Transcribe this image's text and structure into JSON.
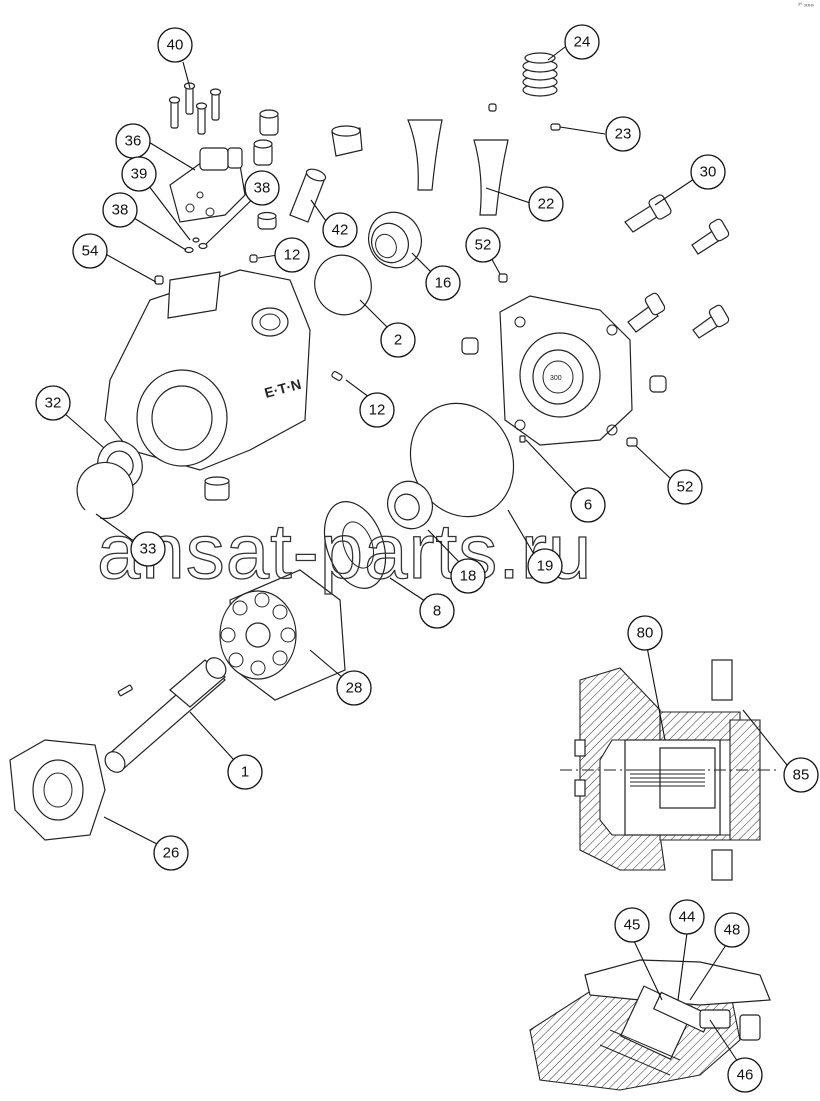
{
  "watermark": "ansat-parts.ru",
  "corner_note": "³° »»»",
  "part_labels": {
    "p40": "40",
    "p24": "24",
    "p36": "36",
    "p23": "23",
    "p39": "39",
    "p38a": "38",
    "p22": "22",
    "p30": "30",
    "p38b": "38",
    "p42": "42",
    "p54": "54",
    "p12a": "12",
    "p16": "16",
    "p52a": "52",
    "p2": "2",
    "p12b": "12",
    "p32": "32",
    "p6": "6",
    "p52b": "52",
    "p33": "33",
    "p18": "18",
    "p19": "19",
    "p8": "8",
    "p28": "28",
    "p80": "80",
    "p85": "85",
    "p1": "1",
    "p26": "26",
    "p45": "45",
    "p44": "44",
    "p48": "48",
    "p46": "46"
  },
  "housing_text": {
    "brand": "E·T·N",
    "plate_mark": "300"
  }
}
